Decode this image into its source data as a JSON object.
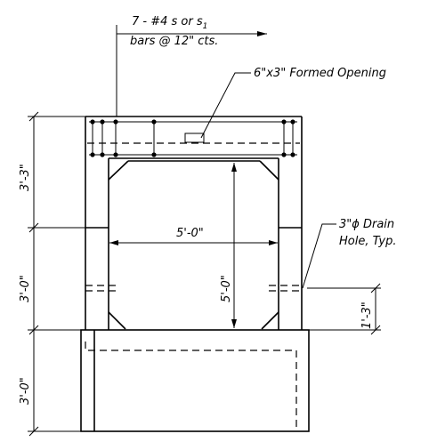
{
  "labels": {
    "bars_line1": "7 - #4 s or s",
    "bars_sub": "1",
    "bars_line2": "bars @ 12\" cts.",
    "formed_opening": "6\"x3\" Formed Opening",
    "drain_line1": "3\"ϕ Drain",
    "drain_line2": "Hole, Typ."
  },
  "dimensions": {
    "top_height": "3'-3\"",
    "middle_height": "3'-0\"",
    "bottom_height": "3'-0\"",
    "inner_width": "5'-0\"",
    "inner_height": "5'-0\"",
    "drain_height": "1'-3\""
  },
  "colors": {
    "line": "#000000",
    "background": "#ffffff"
  }
}
